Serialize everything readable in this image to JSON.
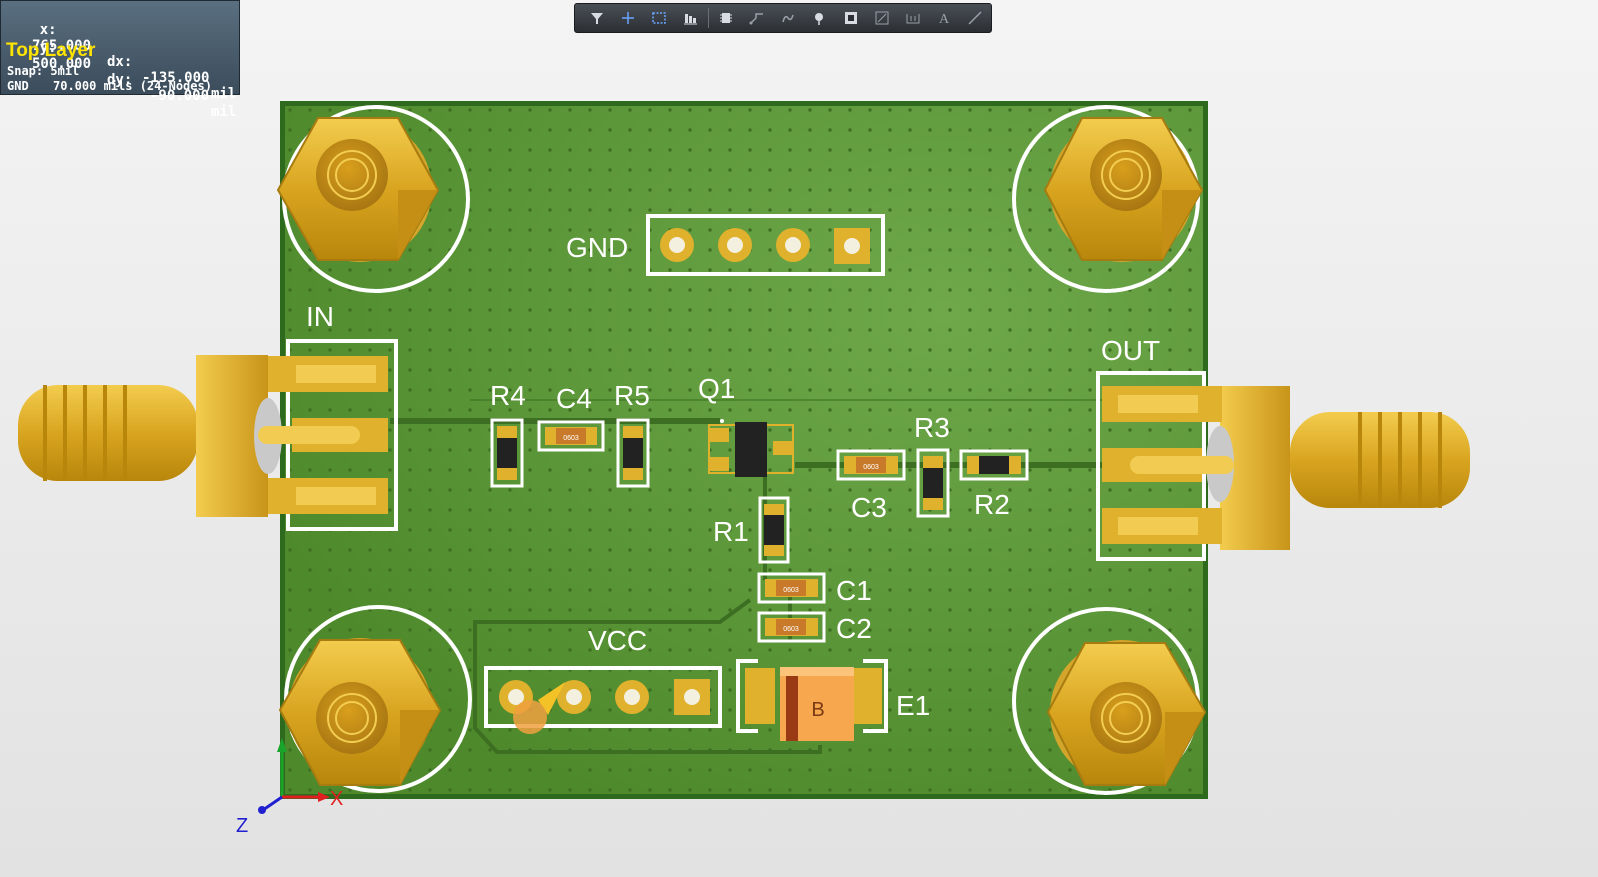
{
  "hud": {
    "x_label": "x:",
    "x_value": "765.000",
    "dx_label": "dx:",
    "dx_value": "-135.000",
    "y_label": "y:",
    "y_value": "500.000",
    "dy_label": "dy:",
    "dy_value": "-90.000",
    "unit": "mil",
    "layer": "Top Layer",
    "snap": "Snap: 5mil",
    "net": "GND",
    "net_info": "70.000 mils (24-Nodes)"
  },
  "toolbar": {
    "tools": [
      "filter-icon",
      "cross-probe-icon",
      "select-rect-icon",
      "align-icon",
      "component-icon",
      "route-icon",
      "interactive-route-icon",
      "place-pad-icon",
      "fill-icon",
      "polygon-icon",
      "dimension-icon",
      "text-icon",
      "line-icon"
    ]
  },
  "board": {
    "silkscreen": {
      "gnd": "GND",
      "in": "IN",
      "out": "OUT",
      "vcc": "VCC",
      "q1": "Q1",
      "r1": "R1",
      "r2": "R2",
      "r3": "R3",
      "r4": "R4",
      "r5": "R5",
      "c1": "C1",
      "c2": "C2",
      "c3": "C3",
      "c4": "C4",
      "e1": "E1"
    },
    "package_0603": "0603",
    "tantalum_mark": "B"
  },
  "axes": {
    "x": "X",
    "z": "Z"
  },
  "colors": {
    "board": "#5f9a3a",
    "silk": "#ffffff",
    "gold": "#e0b12c",
    "hud_layer": "#ffe400"
  }
}
